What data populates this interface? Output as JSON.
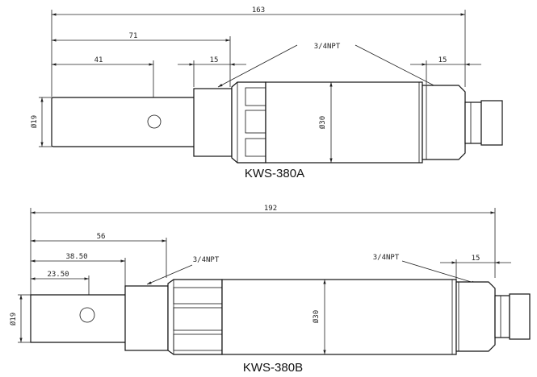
{
  "drawing_a": {
    "model": "KWS-380A",
    "dim_total": "163",
    "dim_71": "71",
    "dim_41": "41",
    "dim_left_15": "15",
    "dim_right_15": "15",
    "thread": "3/4NPT",
    "dia_shaft": "Ø19",
    "dia_body": "Ø30"
  },
  "drawing_b": {
    "model": "KWS-380B",
    "dim_total": "192",
    "dim_56": "56",
    "dim_3850": "38.50",
    "dim_2350": "23.50",
    "dim_right_15": "15",
    "thread_left": "3/4NPT",
    "thread_right": "3/4NPT",
    "dia_shaft": "Ø19",
    "dia_body": "Ø30"
  }
}
